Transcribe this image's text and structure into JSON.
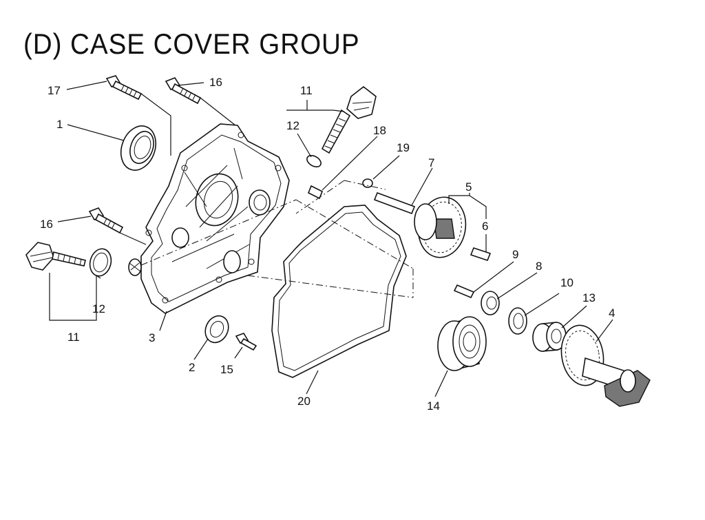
{
  "title": "(D) CASE COVER GROUP",
  "callouts": {
    "c1": "1",
    "c2": "2",
    "c3": "3",
    "c4": "4",
    "c5": "5",
    "c6": "6",
    "c7": "7",
    "c8": "8",
    "c9": "9",
    "c10": "10",
    "c11a": "11",
    "c11b": "11",
    "c12a": "12",
    "c12b": "12",
    "c13": "13",
    "c14": "14",
    "c15": "15",
    "c16a": "16",
    "c16b": "16",
    "c17": "17",
    "c18": "18",
    "c19": "19",
    "c20": "20"
  }
}
